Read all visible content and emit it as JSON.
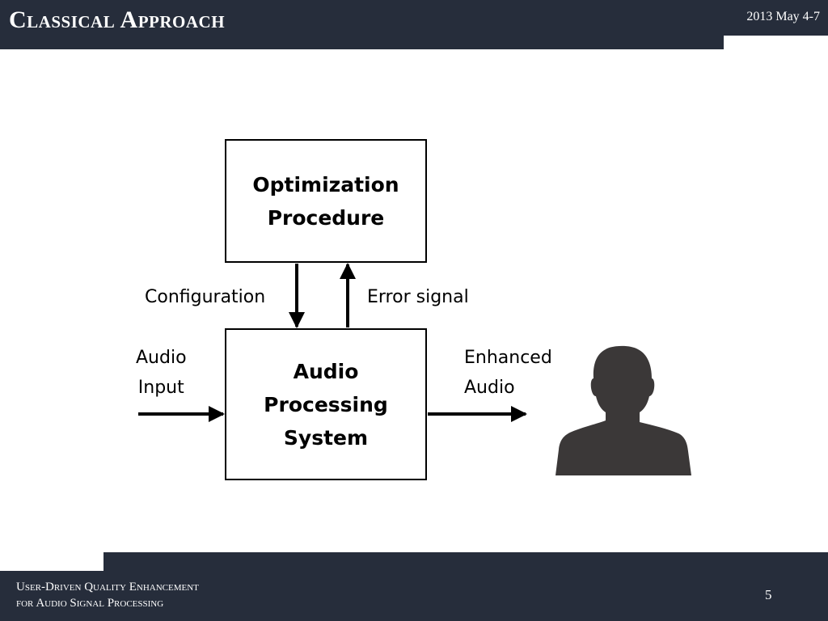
{
  "header": {
    "title": "Classical Approach",
    "date": "2013 May 4-7"
  },
  "diagram": {
    "blocks": {
      "optimization": "Optimization\nProcedure",
      "audio_processing": "Audio\nProcessing\nSystem"
    },
    "labels": {
      "configuration": "Configuration",
      "error_signal": "Error signal",
      "audio_input": "Audio\nInput",
      "enhanced_audio": "Enhanced\nAudio"
    },
    "listener_icon": "person-silhouette-icon",
    "colors": {
      "stroke": "#000000",
      "silhouette": "#3b3838"
    }
  },
  "footer": {
    "title_line1": "User-Driven Quality Enhancement",
    "title_line2": "for Audio Signal Processing",
    "page_number": "5"
  },
  "theme": {
    "bar_color": "#262d3b",
    "text_on_bar": "#ffffff"
  }
}
